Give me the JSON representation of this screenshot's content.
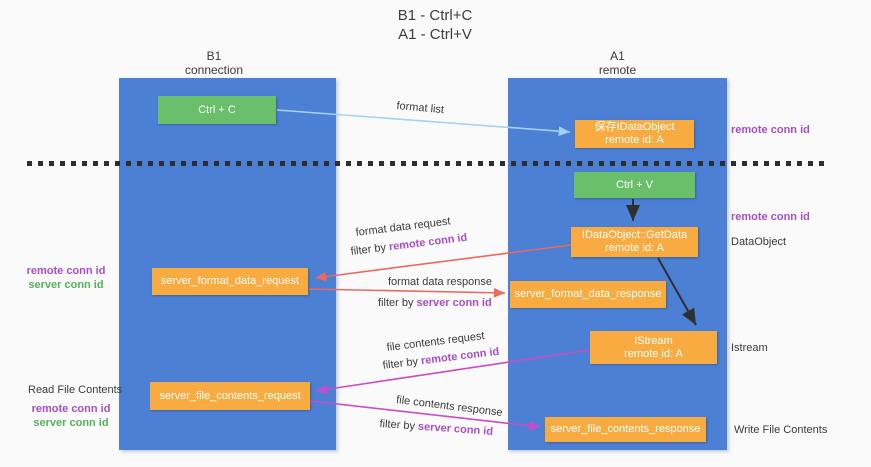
{
  "title": {
    "line1": "B1 - Ctrl+C",
    "line2": "A1 - Ctrl+V"
  },
  "lanes": {
    "left": {
      "title": "B1",
      "subtitle": "connection"
    },
    "right": {
      "title": "A1",
      "subtitle": "remote"
    }
  },
  "boxes": {
    "ctrl_c": {
      "label": "Ctrl + C"
    },
    "ctrl_v": {
      "label": "Ctrl + V"
    },
    "saved_idataobject": {
      "line1": "保存IDataObject",
      "line2": "remote id: A"
    },
    "getdata": {
      "line1": "IDataObject::GetData",
      "line2": "remote id: A"
    },
    "istream": {
      "line1": "IStream",
      "line2": "remote id: A"
    },
    "format_request": {
      "label": "server_format_data_request"
    },
    "format_response": {
      "label": "server_format_data_response"
    },
    "file_request": {
      "label": "server_file_contents_request"
    },
    "file_response": {
      "label": "server_file_contents_response"
    }
  },
  "annotations": {
    "right": {
      "remote_conn_id_top": "remote conn id",
      "remote_conn_id_mid": "remote conn id",
      "dataobject": "DataObject",
      "istream": "Istream",
      "write_file_contents": "Write File Contents"
    },
    "left": {
      "remote_conn_id_1": "remote conn id",
      "server_conn_id_1": "server conn id",
      "read_file_contents": "Read File Contents",
      "remote_conn_id_2": "remote conn id",
      "server_conn_id_2": "server conn id"
    }
  },
  "shared": {
    "filter_by": "filter by ",
    "remote_conn_id": "remote conn id",
    "server_conn_id": "server conn id"
  },
  "arrows": {
    "format_list": {
      "label": "format list",
      "from": "ctrl_c",
      "to": "saved_idataobject",
      "color": "#a6d2f2"
    },
    "ctrl_v_to_getdata": {
      "label": "",
      "from": "ctrl_v",
      "to": "getdata",
      "color": "#2f2f2f"
    },
    "getdata_to_istream": {
      "label": "",
      "from": "getdata",
      "to": "istream",
      "color": "#2f2f2f"
    },
    "format_data_request": {
      "label": "format data request",
      "from": "getdata",
      "to": "format_request",
      "color": "#e96a5f"
    },
    "format_data_response": {
      "label": "format data response",
      "from": "format_request",
      "to": "format_response",
      "color": "#e96a5f"
    },
    "file_contents_request": {
      "label": "file contents request",
      "from": "istream",
      "to": "file_request",
      "color": "#cb4bc8"
    },
    "file_contents_response": {
      "label": "file contents response",
      "from": "file_request",
      "to": "file_response",
      "color": "#cb4bc8"
    }
  },
  "colors": {
    "background": "#fafafa",
    "lane_blue": "#4c80d4",
    "box_orange": "#f7ab40",
    "box_green": "#6abf6b",
    "label_purple": "#a64fc4",
    "label_green": "#56b05c",
    "arrow_red": "#e96a5f",
    "arrow_magenta": "#cb4bc8",
    "arrow_lightblue": "#a6d2f2",
    "arrow_black": "#2f2f2f",
    "dash_line": "#2e2e2e"
  }
}
